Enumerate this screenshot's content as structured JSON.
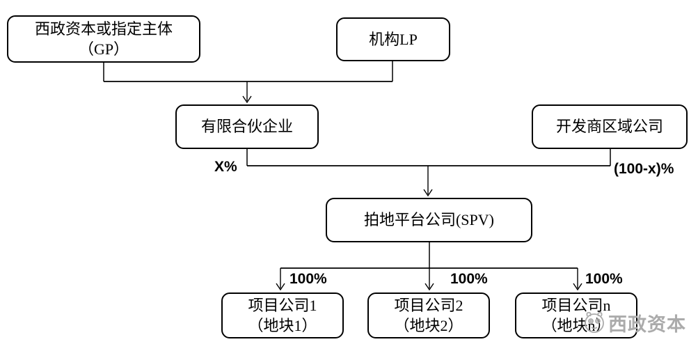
{
  "diagram": {
    "nodes": {
      "gp": {
        "line1": "西政资本或指定主体",
        "line2": "（GP）"
      },
      "lp": {
        "label": "机构LP"
      },
      "partnership": {
        "label": "有限合伙企业"
      },
      "developer": {
        "label": "开发商区域公司"
      },
      "spv": {
        "label": "拍地平台公司(SPV)"
      },
      "project1": {
        "line1": "项目公司1",
        "line2": "（地块1）"
      },
      "project2": {
        "line1": "项目公司2",
        "line2": "（地块2）"
      },
      "projectn": {
        "line1": "项目公司n",
        "line2": "（地块n）"
      }
    },
    "edge_labels": {
      "lp_share": "X%",
      "developer_share": "(100-x)%",
      "project1_share": "100%",
      "project2_share": "100%",
      "projectn_share": "100%"
    },
    "watermark": {
      "brand": "西政资本",
      "icon": "pig-mascot-icon"
    },
    "colors": {
      "line": "#000000",
      "box_border": "#000000",
      "text": "#000000",
      "watermark": "#ababab",
      "background": "#ffffff"
    }
  }
}
